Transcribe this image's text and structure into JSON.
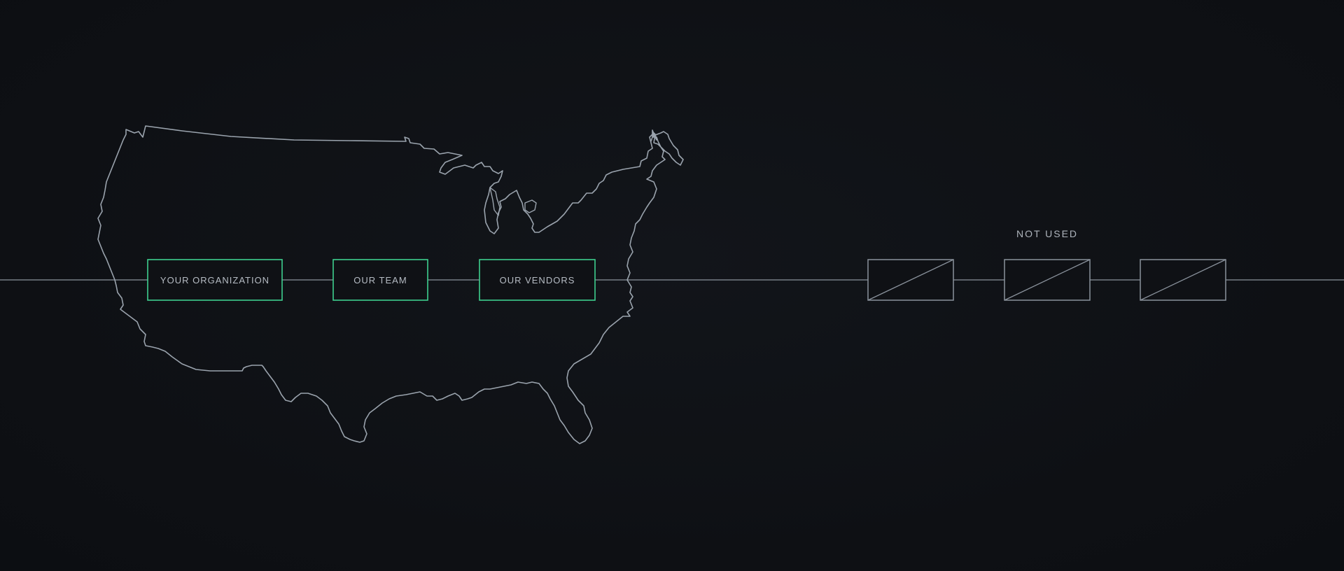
{
  "colors": {
    "background": "#0f1115",
    "line": "#8a929c",
    "map_outline": "#9aa3ad",
    "active_border": "#3ecf8e",
    "inactive_border": "#8a929c",
    "label": "#b6bcc4"
  },
  "map": {
    "icon": "usa-map-outline"
  },
  "active_nodes": [
    {
      "label": "YOUR ORGANIZATION"
    },
    {
      "label": "OUR TEAM"
    },
    {
      "label": "OUR VENDORS"
    }
  ],
  "unused_section": {
    "label": "NOT USED",
    "placeholder_count": 3,
    "icon": "crossed-box"
  }
}
